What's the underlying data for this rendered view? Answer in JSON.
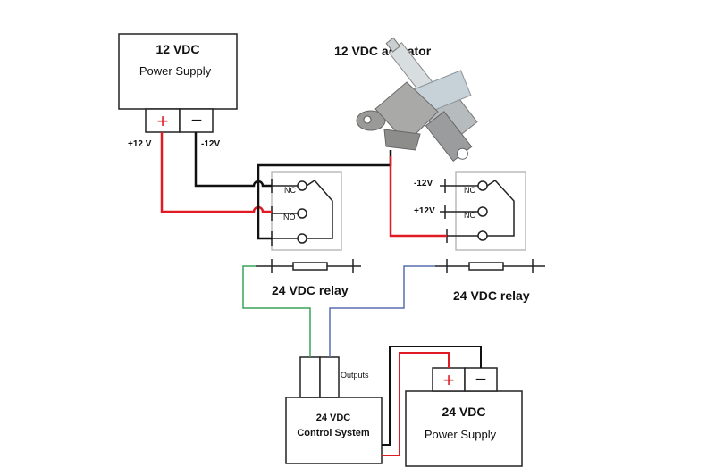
{
  "psu12": {
    "title": "12 VDC",
    "subtitle": "Power Supply",
    "plus": "+",
    "minus": "−",
    "plus_label": "+12 V",
    "minus_label": "-12V"
  },
  "actuator": {
    "label": "12 VDC actuator"
  },
  "relay1": {
    "label": "24 VDC relay",
    "nc": "NC",
    "no": "NO"
  },
  "relay2": {
    "label": "24 VDC relay",
    "nc": "NC",
    "no": "NO",
    "nc_in": "-12V",
    "no_in": "+12V"
  },
  "control": {
    "line1": "24 VDC",
    "line2": "Control System",
    "outputs": "Outputs"
  },
  "psu24": {
    "title": "24 VDC",
    "subtitle": "Power Supply",
    "plus": "+",
    "minus": "−"
  },
  "colors": {
    "red": "#e01b24",
    "black": "#111111",
    "green": "#3aa35a",
    "blue": "#5a6fb0",
    "gray": "#b8b8b8"
  }
}
